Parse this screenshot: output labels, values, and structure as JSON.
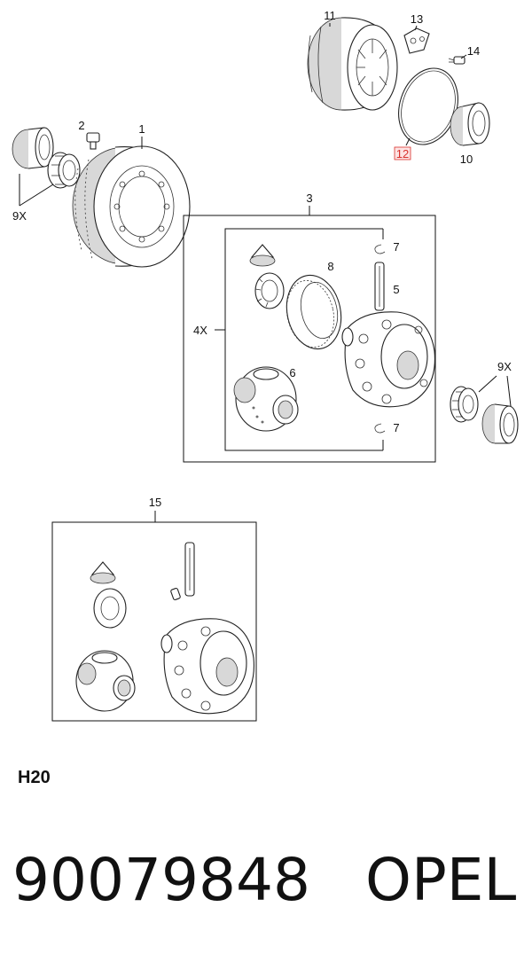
{
  "diagram": {
    "callouts": {
      "c1": "1",
      "c2": "2",
      "c3": "3",
      "c4x": "4X",
      "c5": "5",
      "c6": "6",
      "c7a": "7",
      "c7b": "7",
      "c8": "8",
      "c9x_left": "9X",
      "c9x_right": "9X",
      "c10": "10",
      "c11": "11",
      "c12": "12",
      "c13": "13",
      "c14": "14",
      "c15": "15"
    },
    "highlighted_callout": "12",
    "highlight_color": "#d9302c"
  },
  "diagram_code": "H20",
  "part_number": "90079848",
  "brand": "OPEL"
}
